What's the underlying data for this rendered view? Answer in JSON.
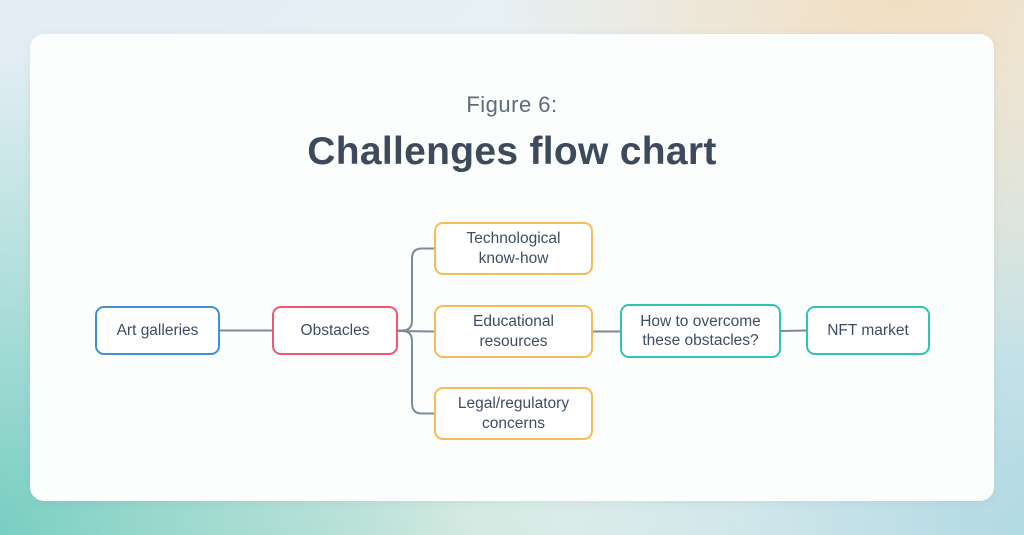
{
  "figure": {
    "caption": "Figure 6:",
    "title": "Challenges flow chart"
  },
  "nodes": [
    {
      "id": "art-galleries",
      "label": "Art galleries",
      "border_color": "#3e8fd8"
    },
    {
      "id": "obstacles",
      "label": "Obstacles",
      "border_color": "#f0566c"
    },
    {
      "id": "technological-know-how",
      "label": "Technological know-how",
      "border_color": "#f6bb57"
    },
    {
      "id": "educational-resources",
      "label": "Educational resources",
      "border_color": "#f6bb57"
    },
    {
      "id": "legal-regulatory-concerns",
      "label": "Legal/regulatory concerns",
      "border_color": "#f6bb57"
    },
    {
      "id": "how-to-overcome",
      "label": "How to overcome these obstacles?",
      "border_color": "#2fc4b2"
    },
    {
      "id": "nft-market",
      "label": "NFT market",
      "border_color": "#2fc4b2"
    }
  ],
  "edges": [
    {
      "from": "art-galleries",
      "to": "obstacles"
    },
    {
      "from": "obstacles",
      "to": "technological-know-how"
    },
    {
      "from": "obstacles",
      "to": "educational-resources"
    },
    {
      "from": "obstacles",
      "to": "legal-regulatory-concerns"
    },
    {
      "from": "educational-resources",
      "to": "how-to-overcome"
    },
    {
      "from": "how-to-overcome",
      "to": "nft-market"
    }
  ],
  "colors": {
    "connector": "#7d8b97",
    "node_text": "#3d4e63",
    "title_text": "#3d4a5c",
    "caption_text": "#5d6b7a",
    "card_background": "#fcfdfd"
  }
}
